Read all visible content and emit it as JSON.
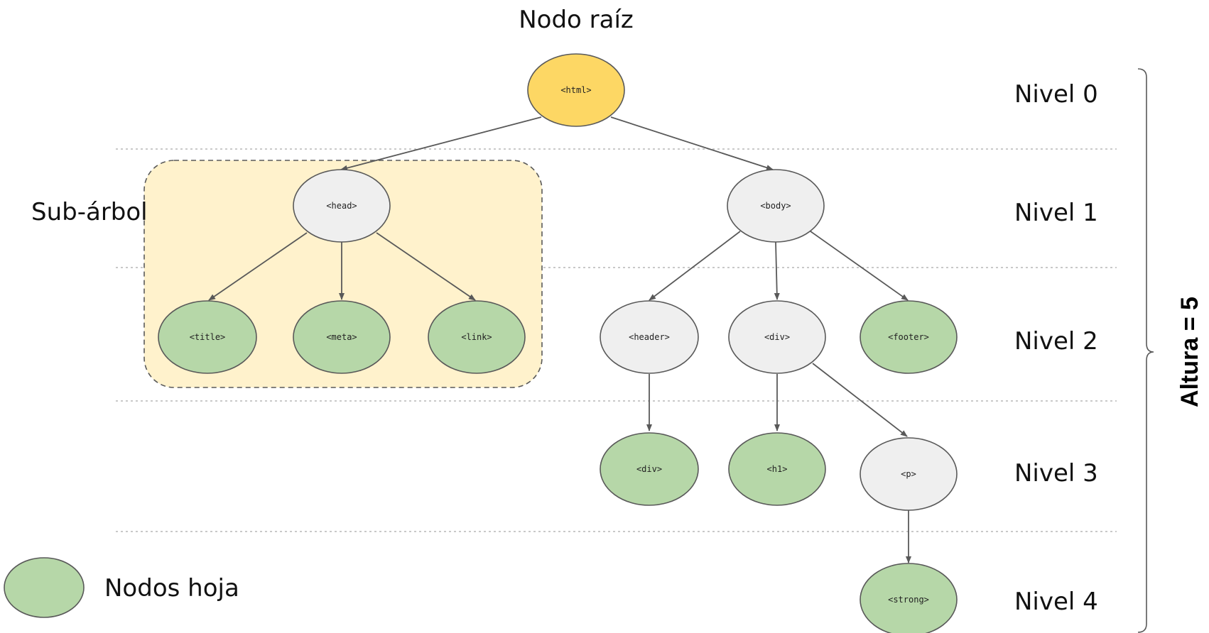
{
  "labels": {
    "root": "Nodo raíz",
    "subtree": "Sub-árbol",
    "leaf_legend": "Nodos hoja",
    "height": "Altura = 5"
  },
  "levels": [
    "Nivel 0",
    "Nivel 1",
    "Nivel 2",
    "Nivel 3",
    "Nivel 4"
  ],
  "nodes": {
    "html": "<html>",
    "head": "<head>",
    "body": "<body>",
    "title": "<title>",
    "meta": "<meta>",
    "link": "<link>",
    "header": "<header>",
    "div1": "<div>",
    "footer": "<footer>",
    "div2": "<div>",
    "h1": "<h1>",
    "p": "<p>",
    "strong": "<strong>"
  },
  "colors": {
    "root": "#fdd764",
    "inner": "#efefef",
    "leaf": "#b6d7a8",
    "subtree_bg": "#fff2cc",
    "stroke": "#595959",
    "edge": "#595959",
    "guide": "#b7b7b7"
  }
}
